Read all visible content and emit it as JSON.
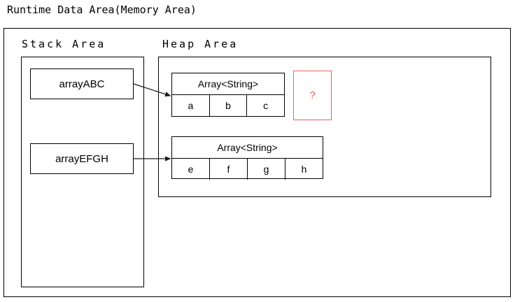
{
  "diagram": {
    "title": "Runtime Data Area(Memory Area)",
    "regions": {
      "stack": {
        "label": "Stack Area"
      },
      "heap": {
        "label": "Heap Area"
      }
    },
    "stack_variables": [
      {
        "name": "arrayABC"
      },
      {
        "name": "arrayEFGH"
      }
    ],
    "heap_objects": [
      {
        "type_label": "Array<String>",
        "cells": [
          "a",
          "b",
          "c"
        ]
      },
      {
        "type_label": "Array<String>",
        "cells": [
          "e",
          "f",
          "g",
          "h"
        ]
      }
    ],
    "unknown_marker": {
      "label": "?",
      "color": "#f0605c"
    },
    "arrows": [
      {
        "from": "arrayABC",
        "to": "Array<String> a b c"
      },
      {
        "from": "arrayEFGH",
        "to": "Array<String> e f g h"
      }
    ],
    "colors": {
      "stroke": "#000000",
      "background": "#ffffff",
      "highlight": "#f0605c"
    }
  }
}
